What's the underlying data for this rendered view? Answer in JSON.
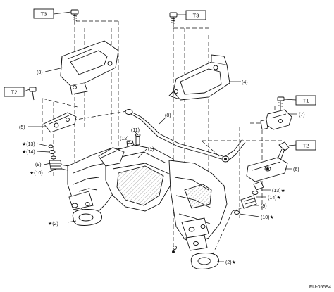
{
  "torque_labels": {
    "t3_left": "T3",
    "t3_right": "T3",
    "t2_left": "T2",
    "t1_right": "T1",
    "t2_right": "T2"
  },
  "part_labels": {
    "p1": "(1)",
    "p2_left": "(2)",
    "p2_right": "(2)",
    "p3": "(3)",
    "p4": "(4)",
    "p5": "(5)",
    "p6": "(6)",
    "p7": "(7)",
    "p8": "(8)",
    "p9_left": "(9)",
    "p9_right": "(9)",
    "p10_left": "(10)",
    "p10_right": "(10)",
    "p11": "(11)",
    "p12": "(12)",
    "p13_left": "(13)",
    "p13_right": "(13)",
    "p14_left": "(14)",
    "p14_right": "(14)"
  },
  "star_symbol": "★",
  "figure_code": "FU-05594",
  "colors": {
    "line": "#111111",
    "background": "#ffffff",
    "hatch": "#555555"
  }
}
